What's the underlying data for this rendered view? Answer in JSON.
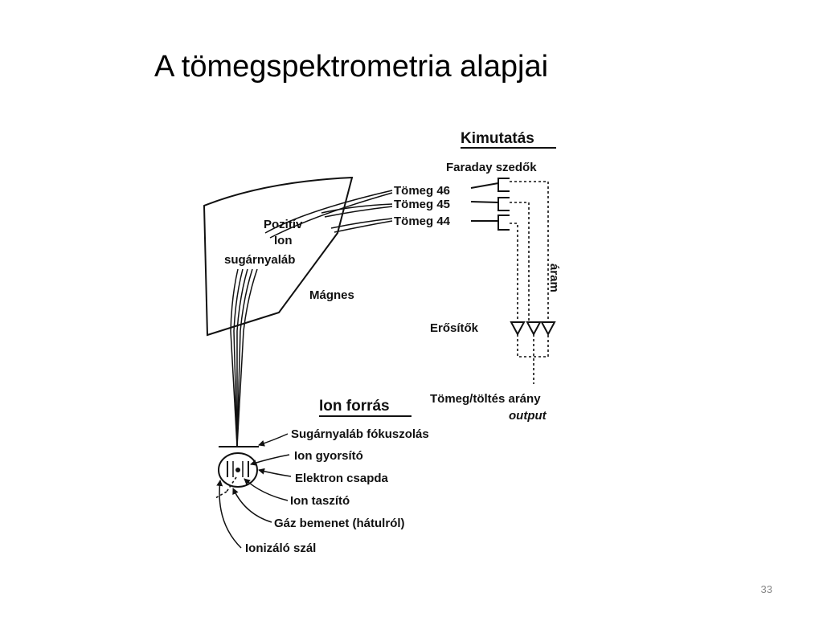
{
  "slide": {
    "title": "A tömegspektrometria alapjai",
    "page_number": "33"
  },
  "detection": {
    "heading": "Kimutatás",
    "collectors": "Faraday szedők",
    "mass_labels": [
      "Tömeg 46",
      "Tömeg 45",
      "Tömeg 44"
    ],
    "current": "áram",
    "amplifiers": "Erősítők",
    "ratio": "Tömeg/töltés arány",
    "output": "output"
  },
  "analyzer": {
    "beam_line1": "Pozitív",
    "beam_line2": "Ion",
    "beam_line3": "sugárnyaláb",
    "magnet": "Mágnes"
  },
  "ion_source": {
    "heading": "Ion forrás",
    "parts": [
      "Sugárnyaláb fókuszolás",
      "Ion gyorsító",
      "Elektron csapda",
      "Ion taszító",
      "Gáz bemenet (hátulról)",
      "Ionizáló szál"
    ]
  },
  "colors": {
    "ink": "#111111",
    "page_number": "#888888",
    "background": "#ffffff"
  }
}
